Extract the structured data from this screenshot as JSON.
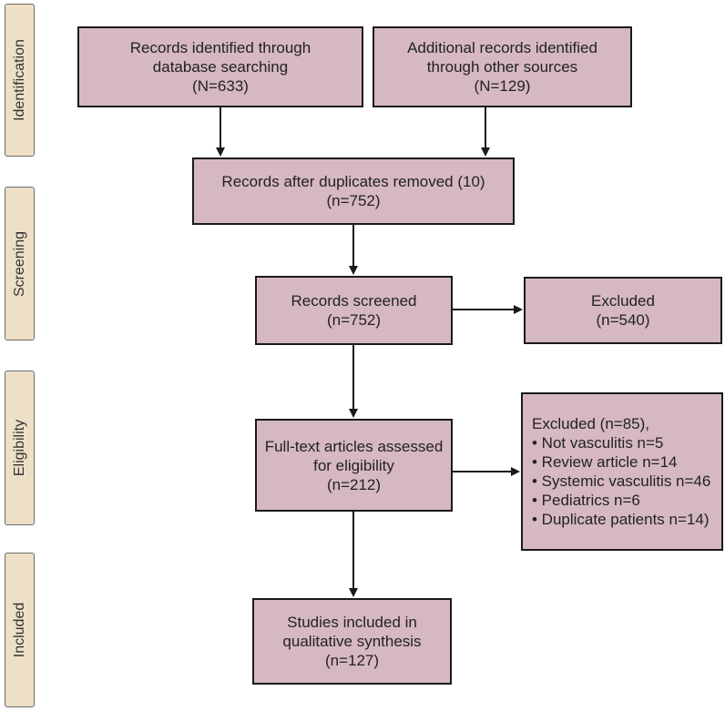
{
  "stages": {
    "identification": "Identification",
    "screening": "Screening",
    "eligibility": "Eligibility",
    "included": "Included"
  },
  "boxes": {
    "database": {
      "line1": "Records identified through",
      "line2": "database searching",
      "line3": "(N=633)"
    },
    "other": {
      "line1": "Additional records identified",
      "line2": "through other sources",
      "line3": "(N=129)"
    },
    "duplicates": {
      "line1": "Records after duplicates removed (10)",
      "line2": "(n=752)"
    },
    "screened": {
      "line1": "Records screened",
      "line2": "(n=752)"
    },
    "excluded_screen": {
      "line1": "Excluded",
      "line2": "(n=540)"
    },
    "fulltext": {
      "line1": "Full-text articles assessed",
      "line2": "for eligibility",
      "line3": "(n=212)"
    },
    "excluded_full": {
      "header": "Excluded (n=85),",
      "items": [
        "• Not vasculitis n=5",
        "• Review article n=14",
        "• Systemic vasculitis n=46",
        "• Pediatrics n=6",
        "• Duplicate patients n=14)"
      ]
    },
    "included": {
      "line1": "Studies included in",
      "line2": "qualitative synthesis",
      "line3": "(n=127)"
    }
  },
  "colors": {
    "box_fill": "#d6b8c3",
    "stage_fill": "#eee0c7",
    "border": "#1a1a1a"
  }
}
